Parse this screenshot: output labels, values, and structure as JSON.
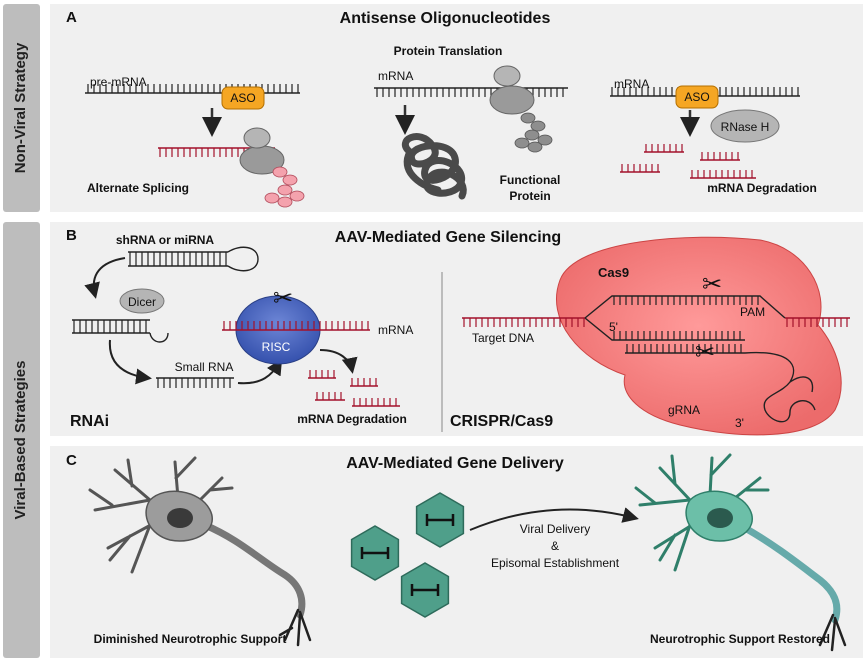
{
  "side_labels": {
    "non_viral": "Non-Viral Strategy",
    "viral": "Viral-Based Strategies"
  },
  "panel_a": {
    "letter": "A",
    "title": "Antisense Oligonucleotides",
    "splicing": {
      "strand_label": "pre-mRNA",
      "aso_label": "ASO",
      "caption": "Alternate Splicing"
    },
    "translation": {
      "heading": "Protein Translation",
      "strand_label": "mRNA",
      "caption_line1": "Functional",
      "caption_line2": "Protein"
    },
    "degradation": {
      "strand_label": "mRNA",
      "aso_label": "ASO",
      "rnase_label": "RNase H",
      "caption": "mRNA Degradation"
    }
  },
  "panel_b": {
    "letter": "B",
    "title": "AAV-Mediated Gene Silencing",
    "rnai": {
      "shrna_label": "shRNA or miRNA",
      "dicer_label": "Dicer",
      "small_rna_label": "Small RNA",
      "risc_label": "RISC",
      "mrna_label": "mRNA",
      "degradation_label": "mRNA Degradation",
      "section_label": "RNAi"
    },
    "crispr": {
      "cas9_label": "Cas9",
      "pam_label": "PAM",
      "five_prime": "5'",
      "target_dna_label": "Target DNA",
      "grna_label": "gRNA",
      "three_prime": "3'",
      "section_label": "CRISPR/Cas9"
    }
  },
  "panel_c": {
    "letter": "C",
    "title": "AAV-Mediated Gene Delivery",
    "arrow_line1": "Viral Delivery",
    "arrow_line2": "&",
    "arrow_line3": "Episomal Establishment",
    "left_caption": "Diminished Neurotrophic Support",
    "right_caption": "Neurotrophic Support Restored"
  },
  "colors": {
    "panel_bg": "#f0f0f0",
    "side_bg": "#bdbdbd",
    "rna_red": "#a3112a",
    "aso_orange": "#f5a623",
    "cas9_pink": "#f07a7a",
    "risc_blue": "#3f5db8",
    "capsid_teal": "#4f9f8a"
  }
}
